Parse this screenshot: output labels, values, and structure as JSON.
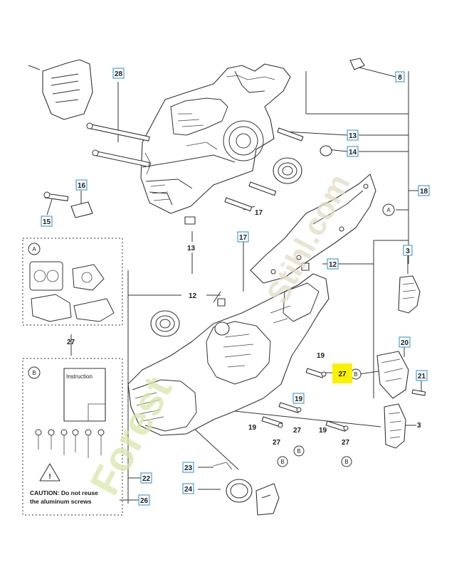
{
  "diagram": {
    "part_labels": {
      "p28": "28",
      "p8": "8",
      "p13a": "13",
      "p14": "14",
      "p18": "18",
      "p16": "16",
      "p15": "15",
      "p17a": "17",
      "p17b": "17",
      "p13b": "13",
      "p12a": "12",
      "p12b": "12",
      "p3a": "3",
      "p3b": "3",
      "p20": "20",
      "p21": "21",
      "p27a": "27",
      "p27b": "27",
      "p27c": "27",
      "p27d": "27",
      "p19a": "19",
      "p19b": "19",
      "p19c": "19",
      "p19d": "19",
      "p22": "22",
      "p23": "23",
      "p24": "24",
      "p26": "26"
    },
    "callouts": {
      "a_main": "A",
      "b_main": "B",
      "b_left": "B",
      "b_mid": "B",
      "b_right": "B"
    },
    "inset_a": {
      "circle": "A"
    },
    "inset_b": {
      "circle": "B",
      "card_title": "Instruction",
      "caution_line1": "CAUTION: Do not reuse",
      "caution_line2": "the aluminum screws"
    },
    "highlight_color": "#fbf100",
    "label_border_color": "#2a8bd1"
  },
  "watermark": {
    "text1": "Forest",
    "text2": "Stihl.com"
  }
}
